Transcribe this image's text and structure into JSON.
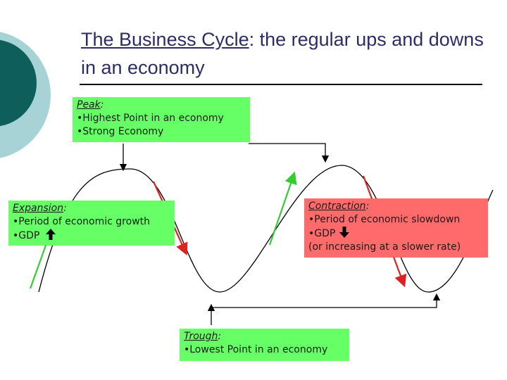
{
  "title": {
    "underlined": "The Business Cycle",
    "rest": ": the regular ups and downs in an economy"
  },
  "peak": {
    "heading": "Peak",
    "heading_suffix": ":",
    "bullets": [
      "•Highest Point in an economy",
      "•Strong Economy"
    ]
  },
  "expansion": {
    "heading": "Expansion",
    "heading_suffix": ":",
    "bullets": [
      "•Period of economic growth",
      "•GDP"
    ]
  },
  "contraction": {
    "heading": "Contraction",
    "heading_suffix": ":",
    "bullets": [
      "•Period of economic slowdown",
      "•GDP",
      "(or increasing at a slower rate)"
    ]
  },
  "trough": {
    "heading": "Trough",
    "heading_suffix": ":",
    "bullets": [
      "•Lowest Point in an economy"
    ]
  },
  "colors": {
    "green_box": "#66ff66",
    "red_box": "#ff6b6b",
    "green_arrow": "#33cc33",
    "red_arrow": "#dd2222",
    "title_text": "#2d2d66",
    "deco_dark": "#0e5f5b",
    "deco_light": "#a8d3d6"
  },
  "icons": [
    "gdp-up-arrow-icon",
    "gdp-down-arrow-icon"
  ]
}
